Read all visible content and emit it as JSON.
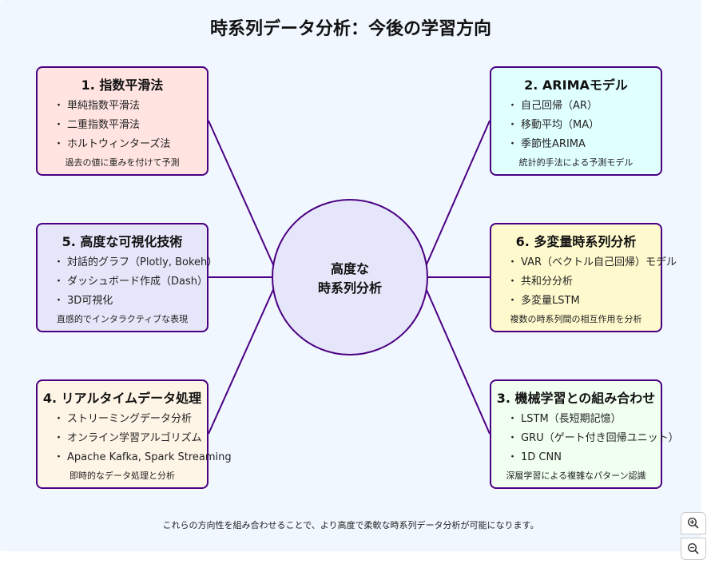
{
  "title": "時系列データ分析：今後の学習方向",
  "center": {
    "line1": "高度な",
    "line2": "時系列分析"
  },
  "boxes": [
    {
      "id": "box-1",
      "title": "1. 指数平滑法",
      "color": "#ffe4e1",
      "items": [
        "単純指数平滑法",
        "二重指数平滑法",
        "ホルトウィンターズ法"
      ],
      "note": "過去の値に重みを付けて予測"
    },
    {
      "id": "box-2",
      "title": "2. ARIMAモデル",
      "color": "#e0ffff",
      "items": [
        "自己回帰（AR）",
        "移動平均（MA）",
        "季節性ARIMA"
      ],
      "note": "統計的手法による予測モデル"
    },
    {
      "id": "box-5",
      "title": "5. 高度な可視化技術",
      "color": "#e6e6fa",
      "items": [
        "対話的グラフ（Plotly, Bokeh）",
        "ダッシュボード作成（Dash）",
        "3D可視化"
      ],
      "note": "直感的でインタラクティブな表現"
    },
    {
      "id": "box-6",
      "title": "6. 多変量時系列分析",
      "color": "#fffacd",
      "items": [
        "VAR（ベクトル自己回帰）モデル",
        "共和分分析",
        "多変量LSTM"
      ],
      "note": "複数の時系列間の相互作用を分析"
    },
    {
      "id": "box-4",
      "title": "4. リアルタイムデータ処理",
      "color": "#fff5e6",
      "items": [
        "ストリーミングデータ分析",
        "オンライン学習アルゴリズム",
        "Apache Kafka, Spark Streaming"
      ],
      "note": "即時的なデータ処理と分析"
    },
    {
      "id": "box-3",
      "title": "3. 機械学習との組み合わせ",
      "color": "#f0fff0",
      "items": [
        "LSTM（長短期記憶）",
        "GRU（ゲート付き回帰ユニット）",
        "1D CNN"
      ],
      "note": "深層学習による複雑なパターン認識"
    }
  ],
  "footer": "これらの方向性を組み合わせることで、より高度で柔軟な時系列データ分析が可能になります。",
  "bullet": "・",
  "line_color": "#4b0082",
  "zoom": {
    "in_icon": "zoom-in-icon",
    "out_icon": "zoom-out-icon"
  }
}
